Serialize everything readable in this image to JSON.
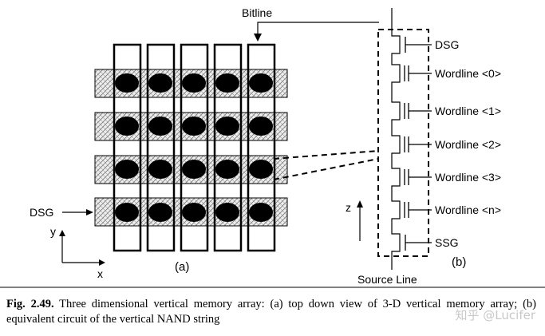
{
  "labels": {
    "bitline": "Bitline",
    "dsg_left": "DSG",
    "axis_y": "y",
    "axis_x": "x",
    "axis_z": "z",
    "panel_a": "(a)",
    "panel_b": "(b)",
    "source_line": "Source Line",
    "dsg": "DSG",
    "wl0": "Wordline <0>",
    "wl1": "Wordline <1>",
    "wl2": "Wordline <2>",
    "wl3": "Wordline <3>",
    "wln": "Wordline <n>",
    "ssg": "SSG"
  },
  "caption": {
    "fig_label": "Fig. 2.49.",
    "text": " Three dimensional vertical memory array: (a) top down view of 3-D vertical memory array; (b) equivalent circuit of the vertical NAND string"
  },
  "watermark": "知乎 @Lucifer"
}
